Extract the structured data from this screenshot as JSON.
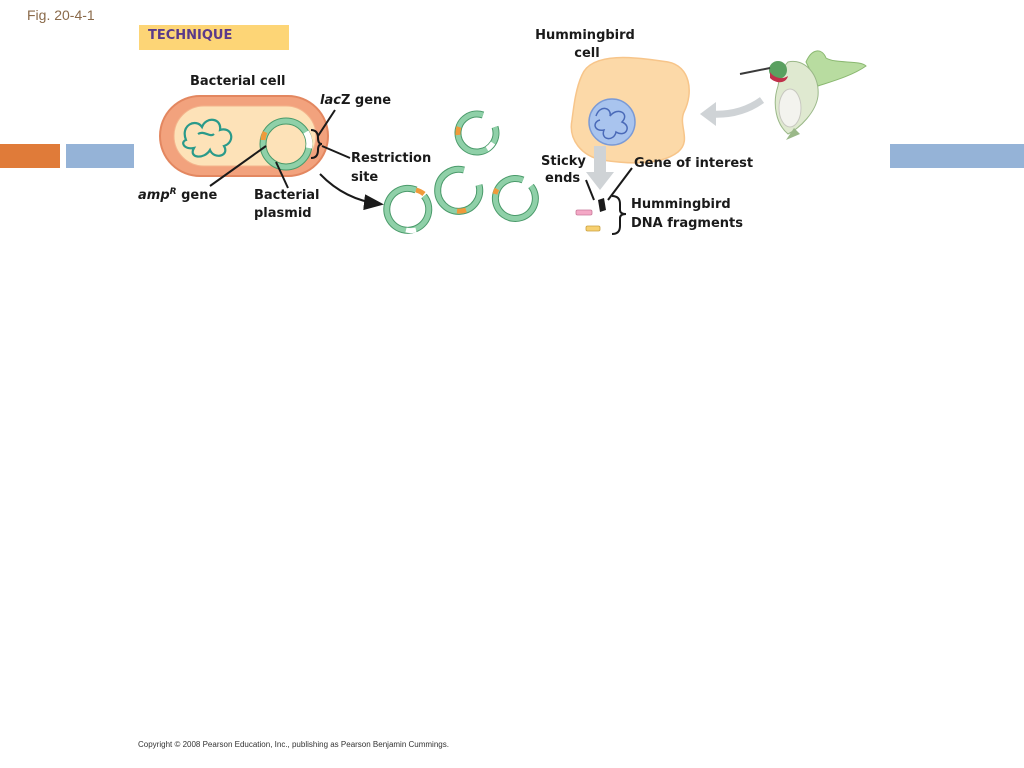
{
  "fig_label": "Fig. 20-4-1",
  "technique_label": "TECHNIQUE",
  "labels": {
    "bacterial_cell": "Bacterial cell",
    "lacz_gene_italic": "lac",
    "lacz_gene_rest": "Z gene",
    "restriction_site_line1": "Restriction",
    "restriction_site_line2": "site",
    "ampr_gene_italic": "amp",
    "ampr_gene_sup": "R",
    "ampr_gene_rest": " gene",
    "bacterial_plasmid_line1": "Bacterial",
    "bacterial_plasmid_line2": "plasmid",
    "hummingbird_cell_line1": "Hummingbird",
    "hummingbird_cell_line2": "cell",
    "sticky_ends_line1": "Sticky",
    "sticky_ends_line2": "ends",
    "gene_of_interest": "Gene of interest",
    "dna_fragments_line1": "Hummingbird",
    "dna_fragments_line2": "DNA fragments"
  },
  "copyright": "Copyright © 2008 Pearson Education, Inc., publishing as Pearson Benjamin Cummings.",
  "colors": {
    "accent_orange": "#e07b39",
    "accent_blue": "#95b3d7",
    "technique_bg": "#fdd576",
    "technique_text": "#5a3a8a",
    "plasmid_green": "#8fd0a8",
    "plasmid_orange": "#f09a3a",
    "cell_outer": "#f2a27d",
    "cell_inner": "#fde2b8",
    "nucleus": "#a9c4ee"
  }
}
